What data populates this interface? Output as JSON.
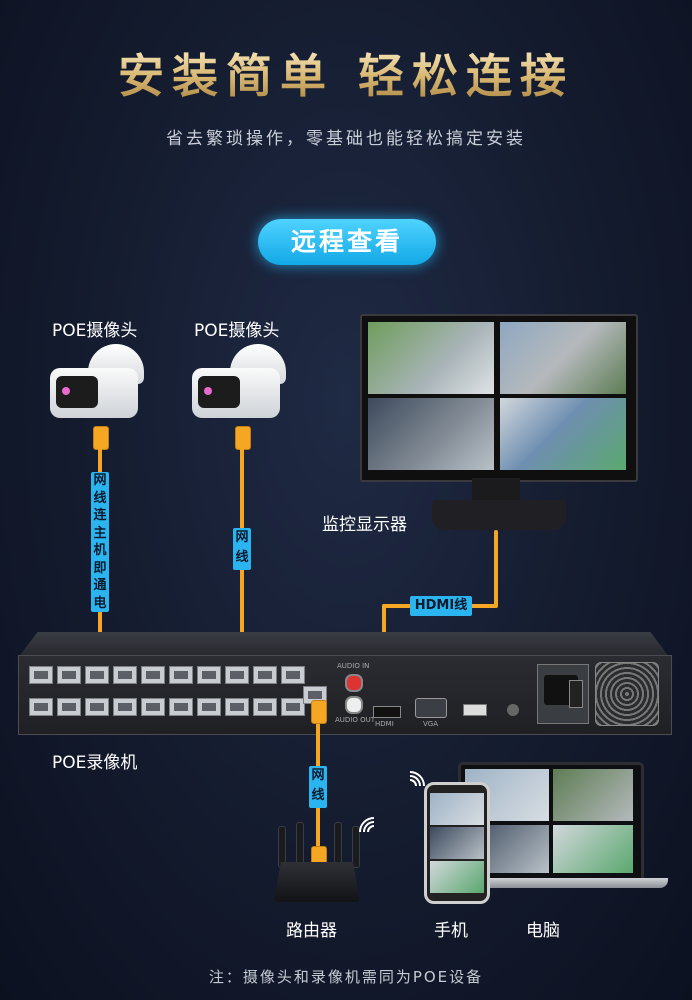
{
  "header": {
    "title": "安装简单  轻松连接",
    "subtitle": "省去繁琐操作，零基础也能轻松搞定安装"
  },
  "badge": {
    "label": "远程查看"
  },
  "devices": {
    "camera_left": "POE摄像头",
    "camera_right": "POE摄像头",
    "monitor": "监控显示器",
    "nvr": "POE录像机",
    "router": "路由器",
    "phone": "手机",
    "computer": "电脑"
  },
  "cables": {
    "left": "网线连主机即通电",
    "right": "网线",
    "hdmi": "HDMI线",
    "router": "网线"
  },
  "nvr_panel": {
    "audio_in": "AUDIO IN",
    "audio_out": "AUDIO OUT",
    "hdmi": "HDMI",
    "vga": "VGA"
  },
  "footnote": "注：摄像头和录像机需同为POE设备",
  "colors": {
    "accent_blue": "#2bb5f0",
    "cable_orange": "#f5a623",
    "title_gold": "#d9b872"
  }
}
